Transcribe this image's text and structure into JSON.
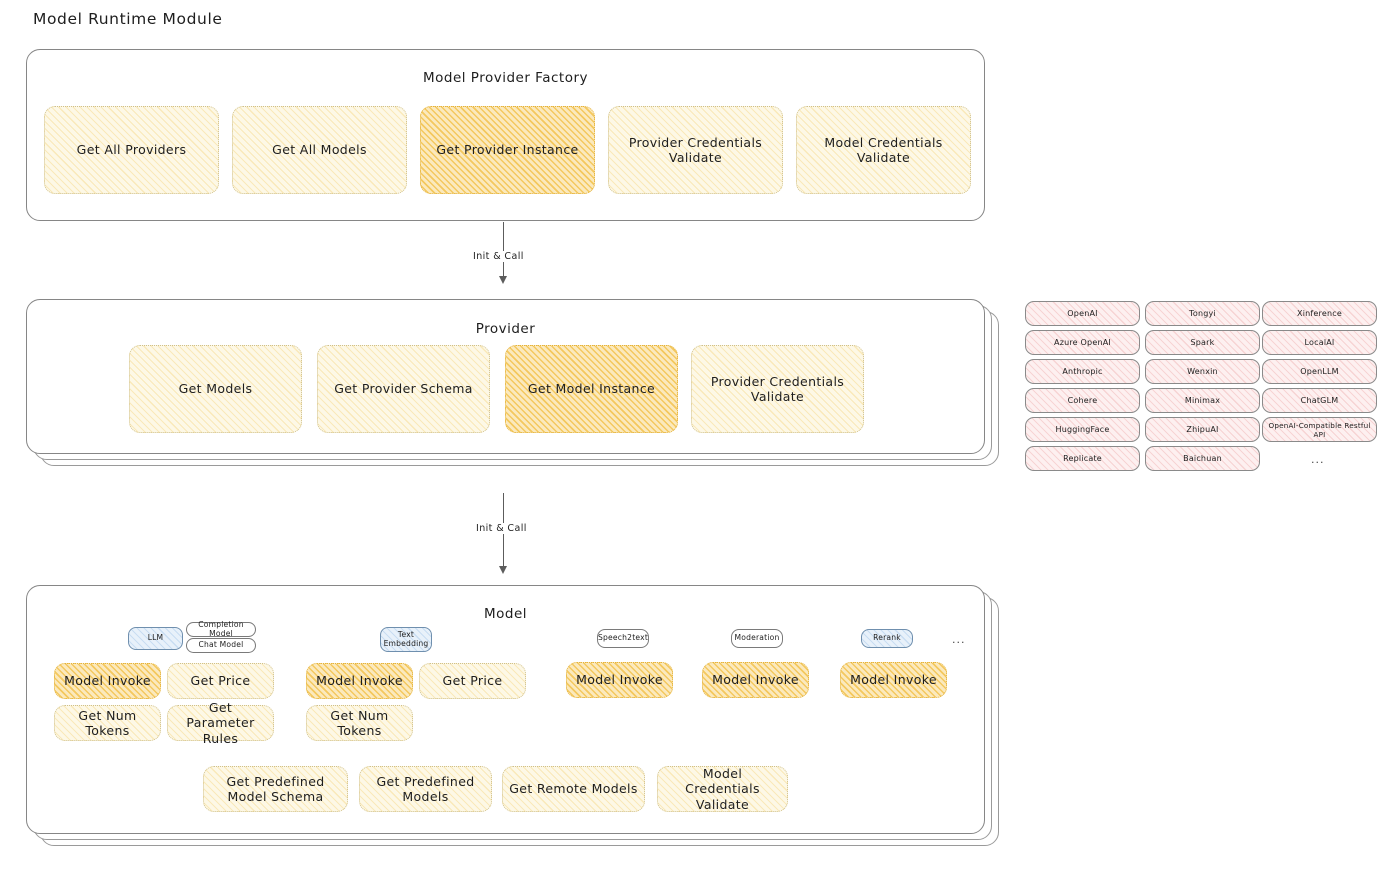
{
  "page": {
    "title": "Model Runtime Module"
  },
  "colors": {
    "highlight_fill": "#fbe9bd",
    "box_fill": "#fdf8e6",
    "provider_chip_fill": "#fdf0f0",
    "tag_blue_fill": "#e8f1fa",
    "border": "#868686"
  },
  "factory": {
    "title": "Model Provider Factory",
    "boxes": [
      {
        "label": "Get All Providers",
        "highlight": false
      },
      {
        "label": "Get All Models",
        "highlight": false
      },
      {
        "label": "Get Provider Instance",
        "highlight": true
      },
      {
        "label": "Provider Credentials Validate",
        "highlight": false
      },
      {
        "label": "Model Credentials Validate",
        "highlight": false
      }
    ]
  },
  "arrows": [
    {
      "label": "Init & Call"
    },
    {
      "label": "Init & Call"
    }
  ],
  "provider": {
    "title": "Provider",
    "boxes": [
      {
        "label": "Get Models",
        "highlight": false
      },
      {
        "label": "Get Provider Schema",
        "highlight": false
      },
      {
        "label": "Get Model Instance",
        "highlight": true
      },
      {
        "label": "Provider Credentials Validate",
        "highlight": false
      }
    ]
  },
  "provider_list": {
    "columns": [
      {
        "items": [
          "OpenAI",
          "Azure OpenAI",
          "Anthropic",
          "Cohere",
          "HuggingFace",
          "Replicate"
        ]
      },
      {
        "items": [
          "Tongyi",
          "Spark",
          "Wenxin",
          "Minimax",
          "ZhipuAI",
          "Baichuan"
        ]
      },
      {
        "items": [
          "Xinference",
          "LocalAI",
          "OpenLLM",
          "ChatGLM",
          "OpenAI-Compatible Restful API"
        ]
      }
    ],
    "more": "..."
  },
  "model": {
    "title": "Model",
    "more": "...",
    "types": [
      {
        "tag": "LLM",
        "tag_style": "blue",
        "subtags": [
          "Completion Model",
          "Chat Model"
        ],
        "methods": [
          {
            "label": "Model Invoke",
            "highlight": true
          },
          {
            "label": "Get Price",
            "highlight": false
          },
          {
            "label": "Get Num Tokens",
            "highlight": false
          },
          {
            "label": "Get Parameter Rules",
            "highlight": false
          }
        ]
      },
      {
        "tag": "Text Embedding",
        "tag_style": "blue",
        "subtags": [],
        "methods": [
          {
            "label": "Model Invoke",
            "highlight": true
          },
          {
            "label": "Get Price",
            "highlight": false
          },
          {
            "label": "Get Num Tokens",
            "highlight": false
          }
        ]
      },
      {
        "tag": "Speech2text",
        "tag_style": "white",
        "subtags": [],
        "methods": [
          {
            "label": "Model Invoke",
            "highlight": true
          }
        ]
      },
      {
        "tag": "Moderation",
        "tag_style": "white",
        "subtags": [],
        "methods": [
          {
            "label": "Model Invoke",
            "highlight": true
          }
        ]
      },
      {
        "tag": "Rerank",
        "tag_style": "blue",
        "subtags": [],
        "methods": [
          {
            "label": "Model Invoke",
            "highlight": true
          }
        ]
      }
    ],
    "common_methods": [
      {
        "label": "Get Predefined Model Schema",
        "highlight": false
      },
      {
        "label": "Get Predefined Models",
        "highlight": false
      },
      {
        "label": "Get Remote Models",
        "highlight": false
      },
      {
        "label": "Model Credentials Validate",
        "highlight": false
      }
    ]
  }
}
